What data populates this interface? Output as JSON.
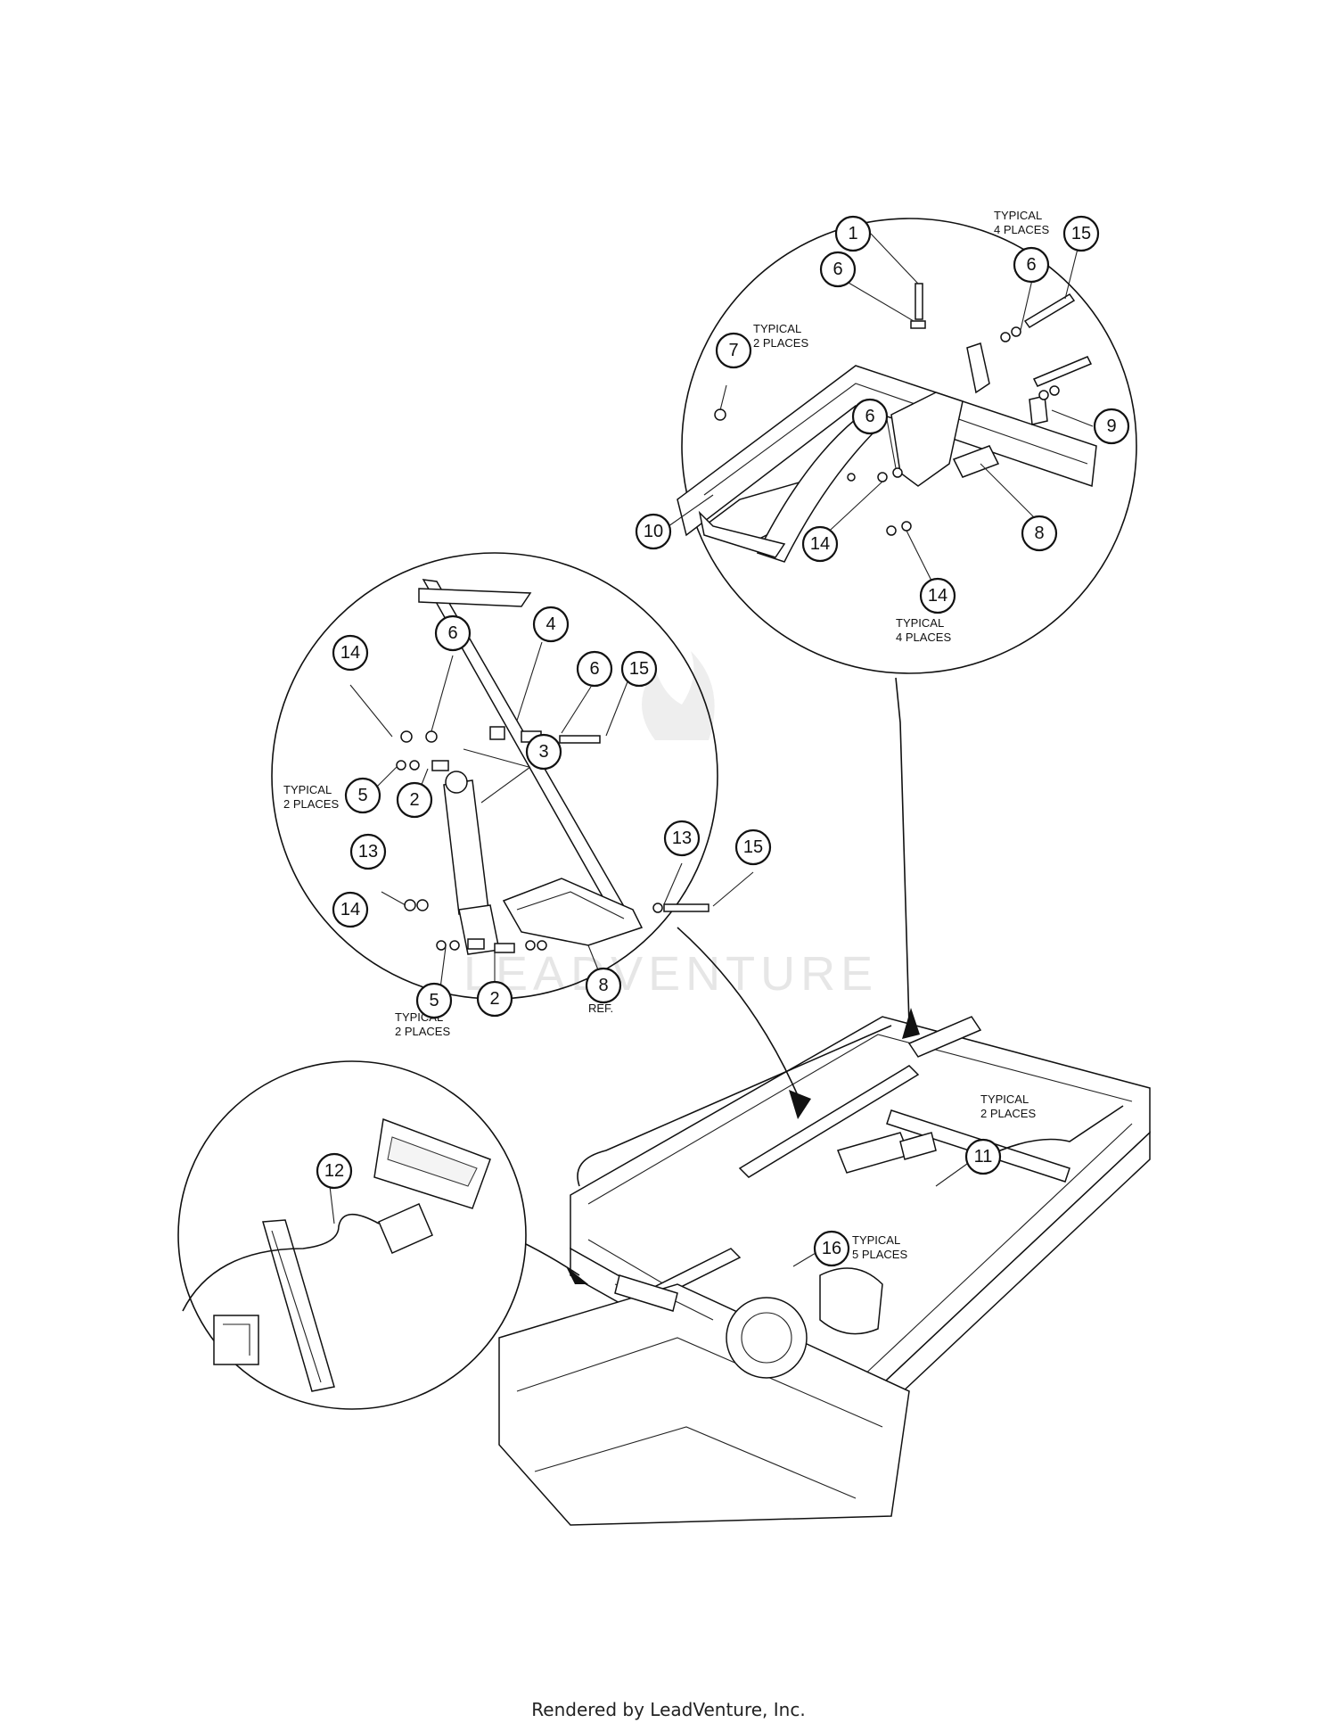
{
  "watermark": "LEADVENTURE",
  "footer": "Rendered by LeadVenture, Inc.",
  "notes": {
    "typical_4_places": "TYPICAL\n4 PLACES",
    "typical_2_places": "TYPICAL\n2 PLACES",
    "typical_5_places": "TYPICAL\n5 PLACES",
    "ref": "REF."
  },
  "callouts": [
    "1",
    "2",
    "3",
    "4",
    "5",
    "6",
    "7",
    "8",
    "9",
    "10",
    "11",
    "12",
    "13",
    "14",
    "15",
    "16"
  ]
}
